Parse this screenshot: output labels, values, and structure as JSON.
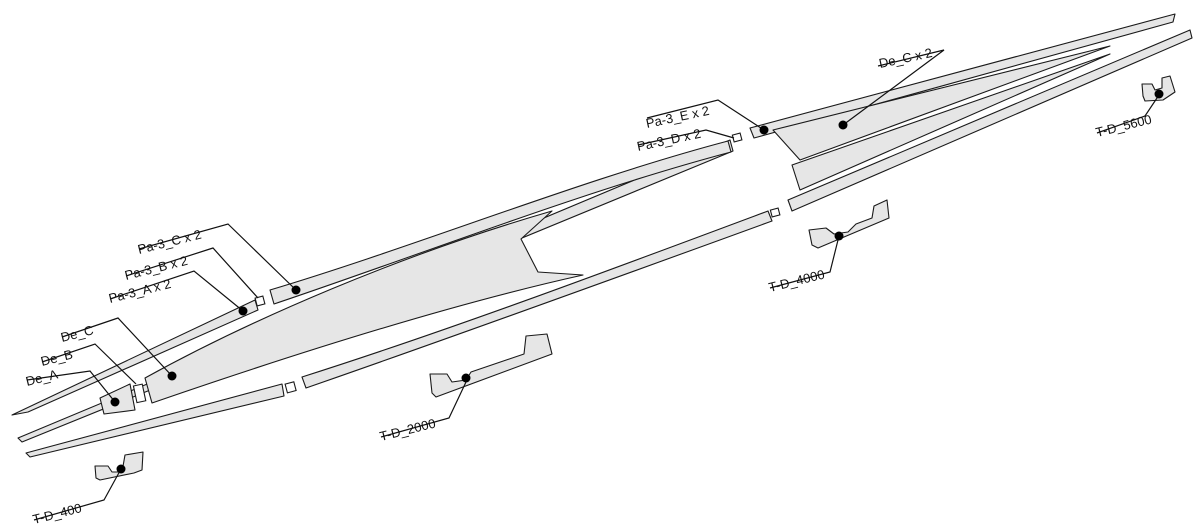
{
  "labels": {
    "de_a": "De_A",
    "de_b": "De_B",
    "de_c": "De_C",
    "de_c_x2": "De_C x 2",
    "pa3_a": "Pa-3_A x 2",
    "pa3_b": "Pa-3_B x 2",
    "pa3_c": "Pa-3_C x 2",
    "pa3_d": "Pa-3_D x 2",
    "pa3_e": "Pa-3_E x 2",
    "td_400": "T-D_400",
    "td_2000": "T-D_2000",
    "td_4000": "T-D_4000",
    "td_5600": "T-D_5600"
  },
  "colors": {
    "part_fill": "#e6e6e6",
    "outline": "#1a1a1a",
    "background": "#ffffff"
  }
}
